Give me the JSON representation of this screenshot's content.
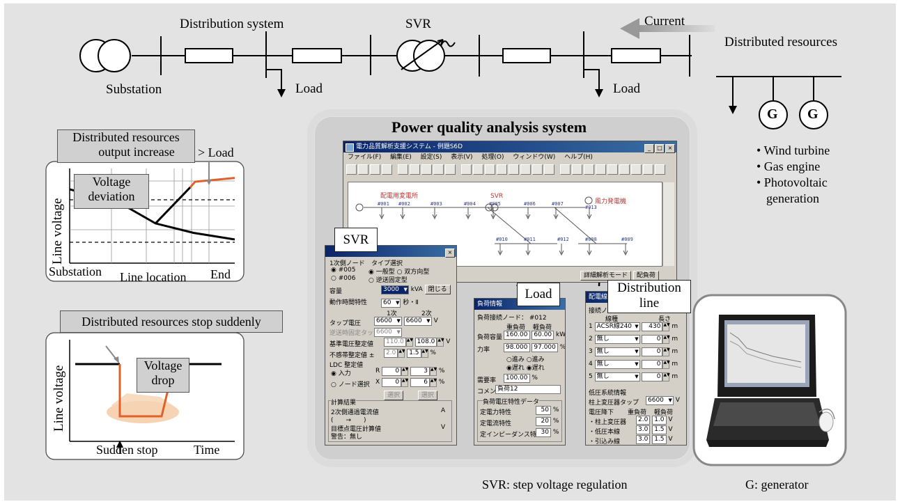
{
  "top": {
    "distribution_system": "Distribution system",
    "svr": "SVR",
    "current": "Current",
    "distributed_resources": "Distributed resources",
    "substation": "Substation",
    "load1": "Load",
    "load2": "Load",
    "g": "G"
  },
  "resources": [
    "• Wind turbine",
    "• Gas engine",
    "• Photovoltaic",
    "generation"
  ],
  "chart1": {
    "callout_line1": "Distributed resources",
    "callout_line2": "output increase",
    "gt_load": "> Load",
    "deviation_line1": "Voltage",
    "deviation_line2": "deviation",
    "ylabel": "Line voltage",
    "x_left": "Substation",
    "xlabel": "Line location",
    "x_right": "End",
    "lines": [
      {
        "name": "black-profile",
        "color": "#000000",
        "points": [
          [
            0,
            0.78
          ],
          [
            0.3,
            0.64
          ],
          [
            0.52,
            0.42
          ],
          [
            0.75,
            0.32
          ],
          [
            1.0,
            0.25
          ]
        ]
      },
      {
        "name": "black-rise",
        "color": "#000000",
        "points": [
          [
            0.52,
            0.42
          ],
          [
            0.73,
            0.8
          ]
        ]
      },
      {
        "name": "orange-profile",
        "color": "#e0602a",
        "points": [
          [
            0.73,
            0.8
          ],
          [
            0.76,
            0.86
          ],
          [
            1.0,
            0.9
          ]
        ]
      }
    ],
    "limits": [
      0.72,
      0.3
    ]
  },
  "chart2": {
    "callout": "Distributed resources stop suddenly",
    "drop_line1": "Voltage",
    "drop_line2": "drop",
    "ylabel": "Line voltage",
    "sudden_stop": "Sudden stop",
    "time": "Time"
  },
  "main_title": "Power quality analysis system",
  "app": {
    "title": "電力品質解析支援システム - 例題S6D",
    "menu": [
      "ファイル(F)",
      "編集(E)",
      "設定(S)",
      "表示(V)",
      "処理(O)",
      "ウィンドウ(W)",
      "ヘルプ(H)"
    ],
    "substation_label": "配電用変電所",
    "svr_label": "SVR",
    "wind_label": "風力発電機",
    "nodes_top": [
      "#001",
      "#002",
      "#003",
      "#004",
      "#005",
      "#006",
      "#007",
      "#013"
    ],
    "nodes_bottom": [
      "#010",
      "#011",
      "#012",
      "#008",
      "#009"
    ],
    "status1": "詳細解析モード",
    "status2": "配負荷"
  },
  "svr_win": {
    "label": "SVR",
    "grp1": "1次側ノード",
    "grp2": "タイプ選択",
    "r1": "#005",
    "r2": "#006",
    "t1": "一般型",
    "t2": "双方向型",
    "t3": "逆送固定型",
    "capacity": "容量",
    "cap_val": "3000",
    "kva": "kVA",
    "close": "閉じる",
    "delay": "動作時間特性",
    "delay_val": "60",
    "sec": "秒・Ⅱ",
    "col1": "1次",
    "col2": "2次",
    "tap": "タップ電圧",
    "tap1": "6600",
    "tap2": "6600",
    "v": "V",
    "rev": "逆送時固定タップ",
    "rev_val": "6600",
    "base": "基準電圧整定値",
    "base1": "110.0",
    "base2": "108.0",
    "dead": "不感帯整定値 ±",
    "dead1": "2.0",
    "dead2": "1.5",
    "pct": "%",
    "ldc": "LDC 整定値",
    "input": "入力",
    "node_sel": "ノード選択",
    "r": "R",
    "x": "X",
    "r1v": "0",
    "r2v": "3",
    "x1v": "0",
    "x2v": "6",
    "selbtn": "選択",
    "result": "計算結果",
    "res1": "2次側通過電流値",
    "res1b": "(　　→　　)",
    "a": "A",
    "res2": "目標点電圧計算値",
    "warn": "警告：無し"
  },
  "load_win": {
    "label": "Load",
    "title": "負荷情報",
    "node": "負荷接続ノード：",
    "node_val": "#012",
    "heavy": "重負荷",
    "light": "軽負荷",
    "cap": "負荷容量",
    "cap1": "160.00",
    "cap2": "60.00",
    "kw": "kW",
    "pf": "力率",
    "pf1": "98.000",
    "pf2": "97.000",
    "pct": "%",
    "lead": "進み",
    "lag": "遅れ",
    "demand": "需要率",
    "demand_val": "100.00",
    "comment": "コメント",
    "comment_val": "負荷12",
    "charact": "負荷電圧特性データ",
    "c1": "定電力特性",
    "c1v": "50",
    "c2": "定電流特性",
    "c2v": "20",
    "c3": "定インピーダンス特性",
    "c3v": "30"
  },
  "dist_win": {
    "label_line1": "Distribution",
    "label_line2": "line",
    "title": "配電線",
    "conn": "接続ノ",
    "type_hdr": "線種",
    "len_hdr": "長さ",
    "rows": [
      {
        "n": "1",
        "type": "ACSR線240",
        "len": "430",
        "u": "m"
      },
      {
        "n": "2",
        "type": "無し",
        "len": "0",
        "u": "m"
      },
      {
        "n": "3",
        "type": "無し",
        "len": "0",
        "u": "m"
      },
      {
        "n": "4",
        "type": "無し",
        "len": "0",
        "u": "m"
      },
      {
        "n": "5",
        "type": "無し",
        "len": "0",
        "u": "m"
      }
    ],
    "lv": "低圧系統情報",
    "pole": "柱上変圧器タップ",
    "pole_val": "6600",
    "v": "V",
    "drop": "電圧降下",
    "heavy": "重負荷",
    "light": "軽負荷",
    "d1": "・柱上変圧器",
    "d1a": "2.0",
    "d1b": "1.0",
    "d2": "・低圧本線",
    "d2a": "3.0",
    "d2b": "1.5",
    "d3": "・引込み線",
    "d3a": "3.0",
    "d3b": "1.5"
  },
  "notes": {
    "svr": "SVR: step voltage regulation",
    "g": "G: generator"
  }
}
